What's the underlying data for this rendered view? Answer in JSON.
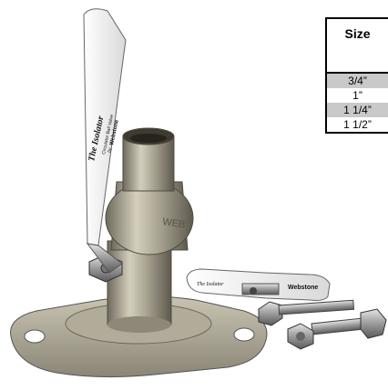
{
  "handle_text": {
    "brand": "The Isolator",
    "line1": "Circulator Ball Valve",
    "line2": "by",
    "maker": "Webstone"
  },
  "small_handle_text": {
    "brand": "The Isolator",
    "maker": "Webstone"
  },
  "body_stamp": "WEB",
  "table": {
    "header": "Size",
    "rows": [
      "3/4”",
      "1”",
      "1 1/4”",
      "1 1/2”"
    ]
  }
}
